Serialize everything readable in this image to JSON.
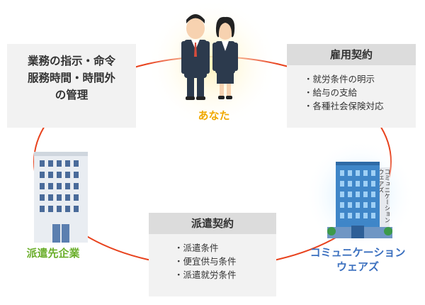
{
  "instructions_box": {
    "lines": [
      "業務の指示・命令",
      "服務時間・時間外",
      "の管理"
    ]
  },
  "you": {
    "label": "あなた"
  },
  "employment_contract": {
    "title": "雇用契約",
    "items": [
      "就労条件の明示",
      "給与の支給",
      "各種社会保険対応"
    ]
  },
  "dispatch_contract": {
    "title": "派遣契約",
    "items": [
      "派遣条件",
      "便宜供与条件",
      "派遣就労条件"
    ]
  },
  "client_company": {
    "label": "派遣先企業"
  },
  "agency": {
    "label_lines": [
      "コミュニケーション",
      "ウェアズ"
    ],
    "sign_text": "コミュニケーションウェアズ"
  },
  "colors": {
    "ring": "#e8421d",
    "you_label": "#f0a800",
    "client_label": "#6aae2a",
    "agency_label": "#3a6fbf"
  }
}
